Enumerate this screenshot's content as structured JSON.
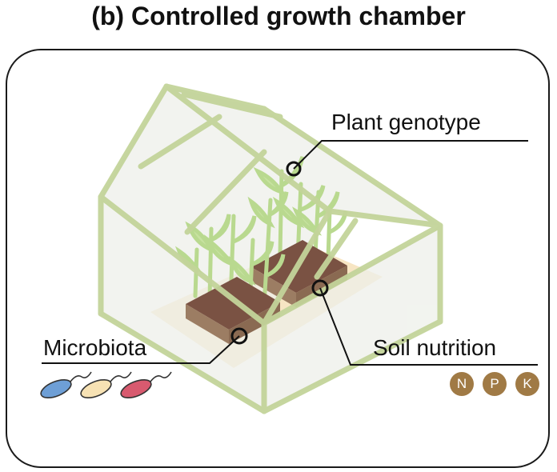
{
  "title": "(b) Controlled growth chamber",
  "labels": {
    "plant_genotype": "Plant genotype",
    "microbiota": "Microbiota",
    "soil_nutrition": "Soil nutrition"
  },
  "nutrients": [
    "N",
    "P",
    "K"
  ],
  "colors": {
    "frame": "#c3d49a",
    "glass": "#eef0ea",
    "plant": "#b9d98f",
    "soil": "#7a5243",
    "tray_edge": "#9c7d63",
    "floor": "#f6e2bc",
    "nutrient": "#a07a45",
    "microbe_blue": "#6e9fd6",
    "microbe_yellow": "#f7e2b4",
    "microbe_red": "#d85a6f"
  }
}
